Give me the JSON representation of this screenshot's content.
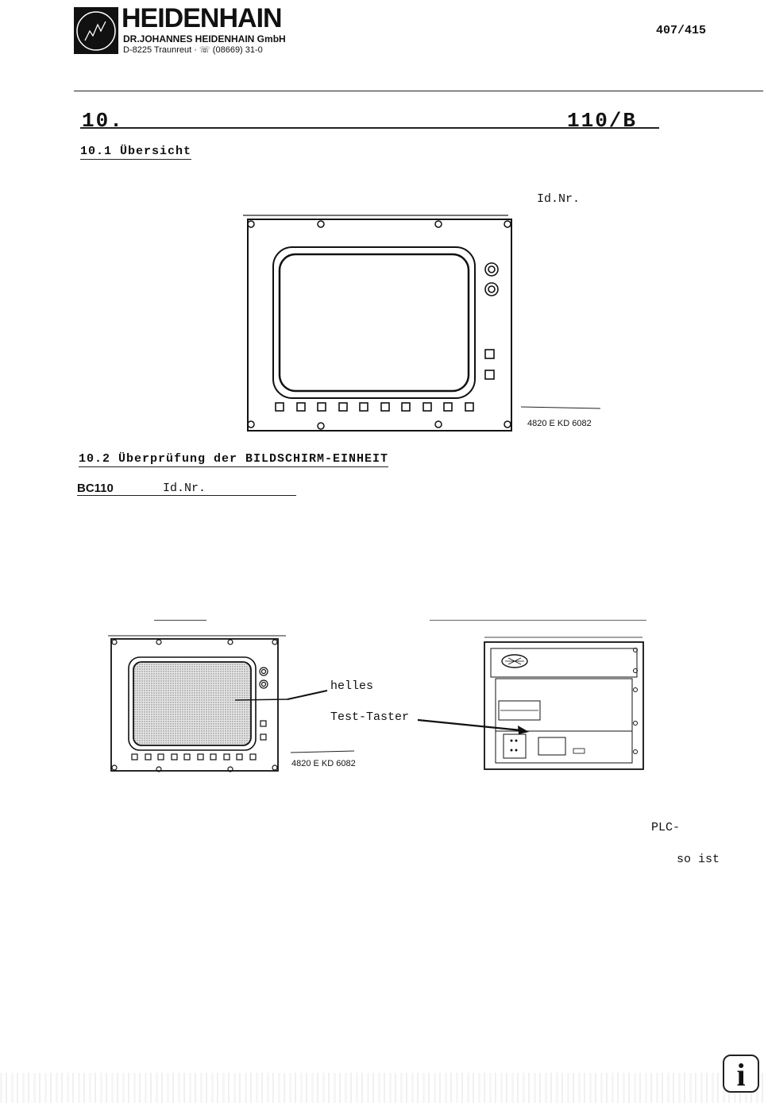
{
  "header": {
    "brand": "HEIDENHAIN",
    "company": "DR.JOHANNES HEIDENHAIN GmbH",
    "address": "D-8225 Traunreut · ☏ (08669) 31-0",
    "doc_number": "407/415"
  },
  "section": {
    "number": "10.",
    "right_title": "110/B"
  },
  "sub1": {
    "title": "10.1 Übersicht",
    "idnr": "Id.Nr.",
    "figure_label": "4820 E KD 6082"
  },
  "sub2": {
    "title": "10.2 Überprüfung der BILDSCHIRM-EINHEIT",
    "model": "BC110",
    "idnr": "Id.Nr.",
    "callout_helles": "helles",
    "callout_test": "Test-Taster",
    "figure_label": "4820 E KD 6082"
  },
  "body_fragments": {
    "plc": "PLC-",
    "so_ist": "so ist"
  },
  "info_button": "i",
  "colors": {
    "ink": "#111111",
    "paper": "#ffffff"
  }
}
